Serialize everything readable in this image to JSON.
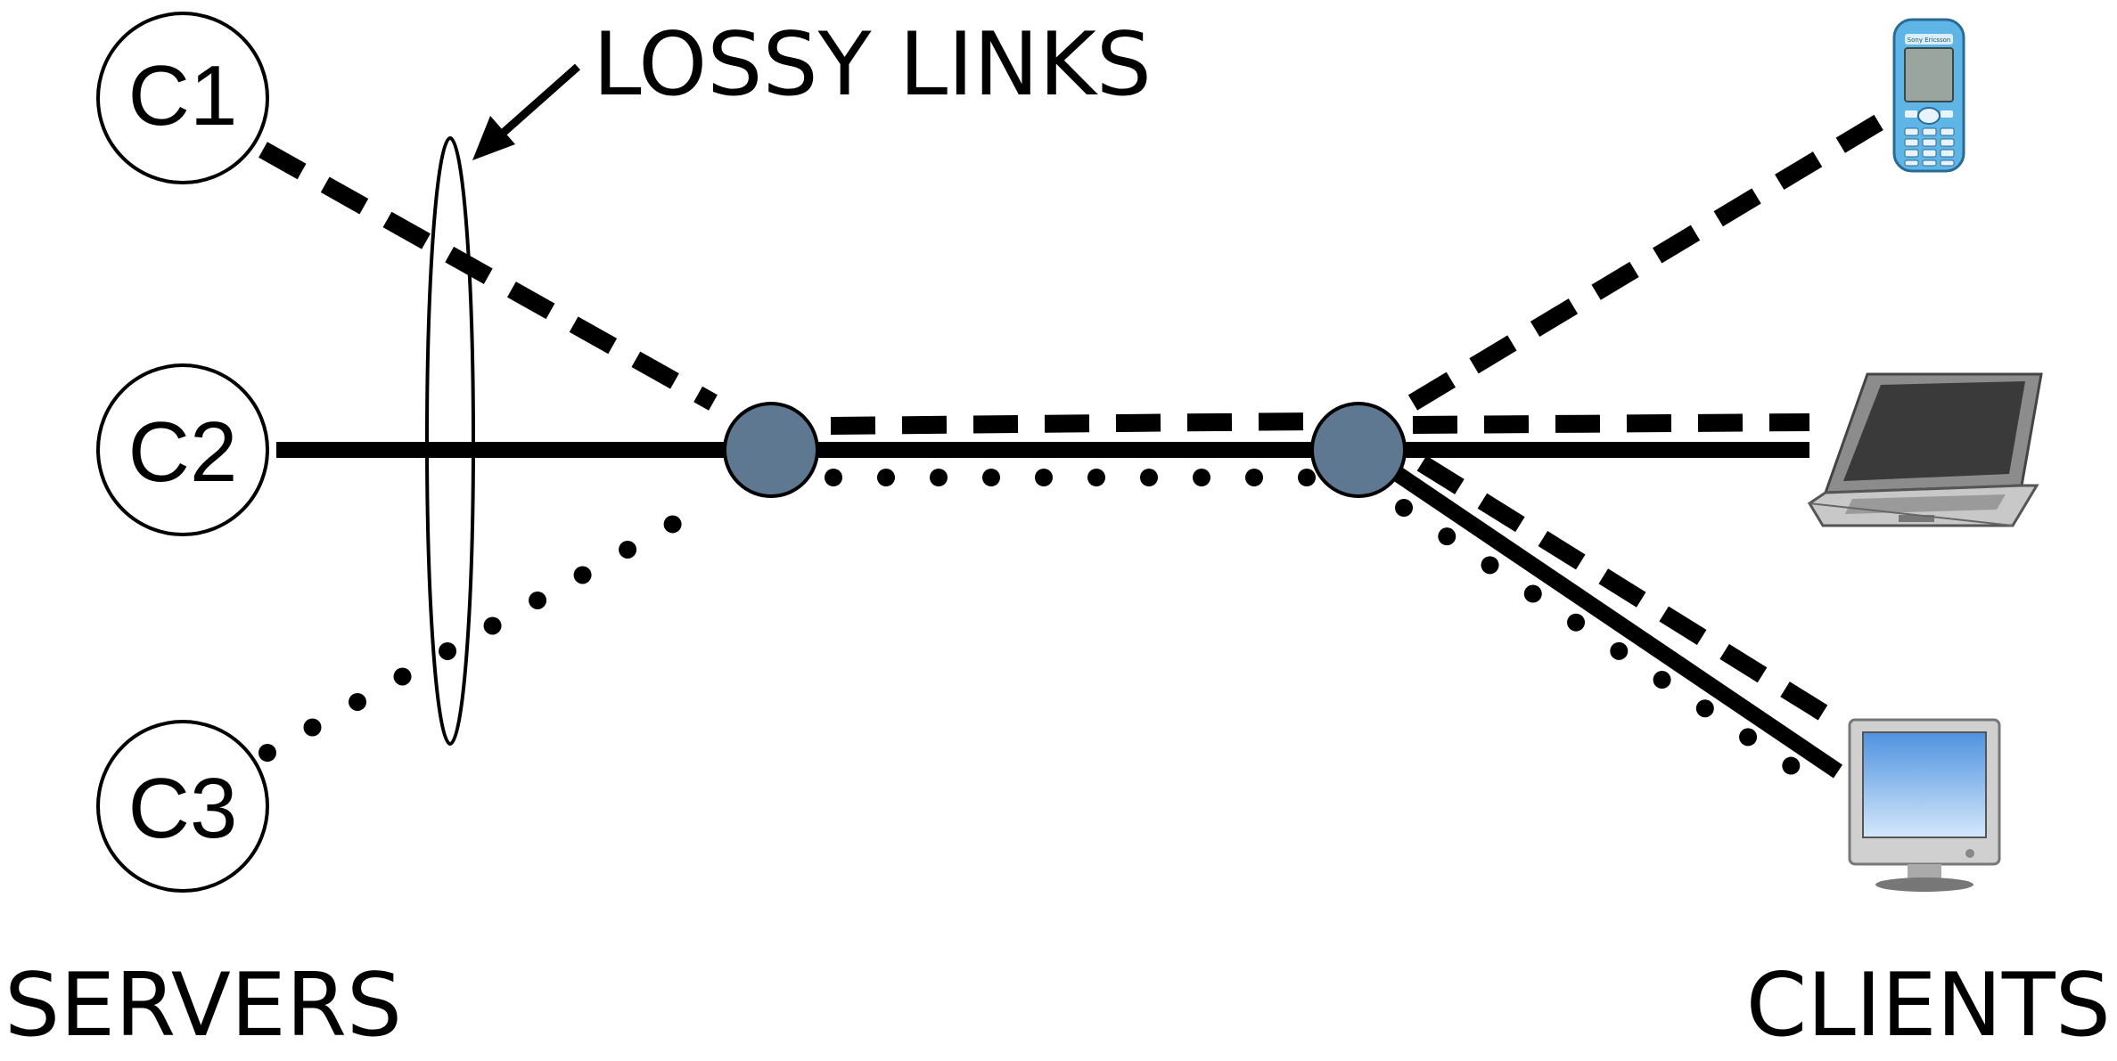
{
  "labels": {
    "lossy_links": "LOSSY LINKS",
    "servers": "SERVERS",
    "clients": "CLIENTS"
  },
  "servers": [
    {
      "id": "C1"
    },
    {
      "id": "C2"
    },
    {
      "id": "C3"
    }
  ],
  "clients": [
    {
      "icon": "mobile-phone-icon",
      "brand_text": "Sony Ericsson"
    },
    {
      "icon": "laptop-icon"
    },
    {
      "icon": "desktop-monitor-icon"
    }
  ],
  "colors": {
    "router_fill": "#5f7892",
    "stroke": "#000000",
    "monitor_screen": "#7fb3ee",
    "phone_body": "#5fb6e6"
  }
}
